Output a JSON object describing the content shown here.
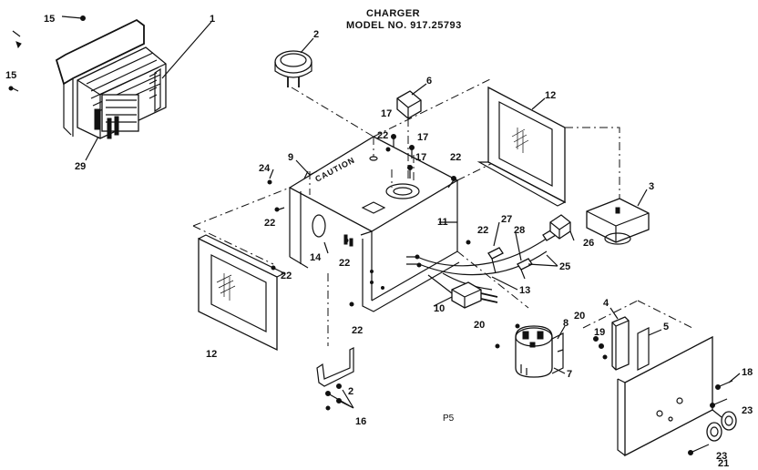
{
  "title": {
    "line1": "CHARGER",
    "line2": "MODEL NO. 917.25793"
  },
  "caution_text": "CAUTION",
  "page_mark": "P5",
  "callouts": {
    "c1": "1",
    "c2a": "2",
    "c2b": "2",
    "c3": "3",
    "c4": "4",
    "c5": "5",
    "c6": "6",
    "c7": "7",
    "c8": "8",
    "c9": "9",
    "c10": "10",
    "c11": "11",
    "c12a": "12",
    "c12b": "12",
    "c13": "13",
    "c14": "14",
    "c15a": "15",
    "c15b": "15",
    "c16": "16",
    "c17a": "17",
    "c17b": "17",
    "c17c": "17",
    "c18": "18",
    "c19": "19",
    "c20a": "20",
    "c20b": "20",
    "c21": "21",
    "c22a": "22",
    "c22b": "22",
    "c22c": "22",
    "c22d": "22",
    "c22e": "22",
    "c22f": "22",
    "c22g": "22",
    "c23a": "23",
    "c23b": "23",
    "c24": "24",
    "c25": "25",
    "c26": "26",
    "c27": "27",
    "c28": "28",
    "c29": "29"
  }
}
